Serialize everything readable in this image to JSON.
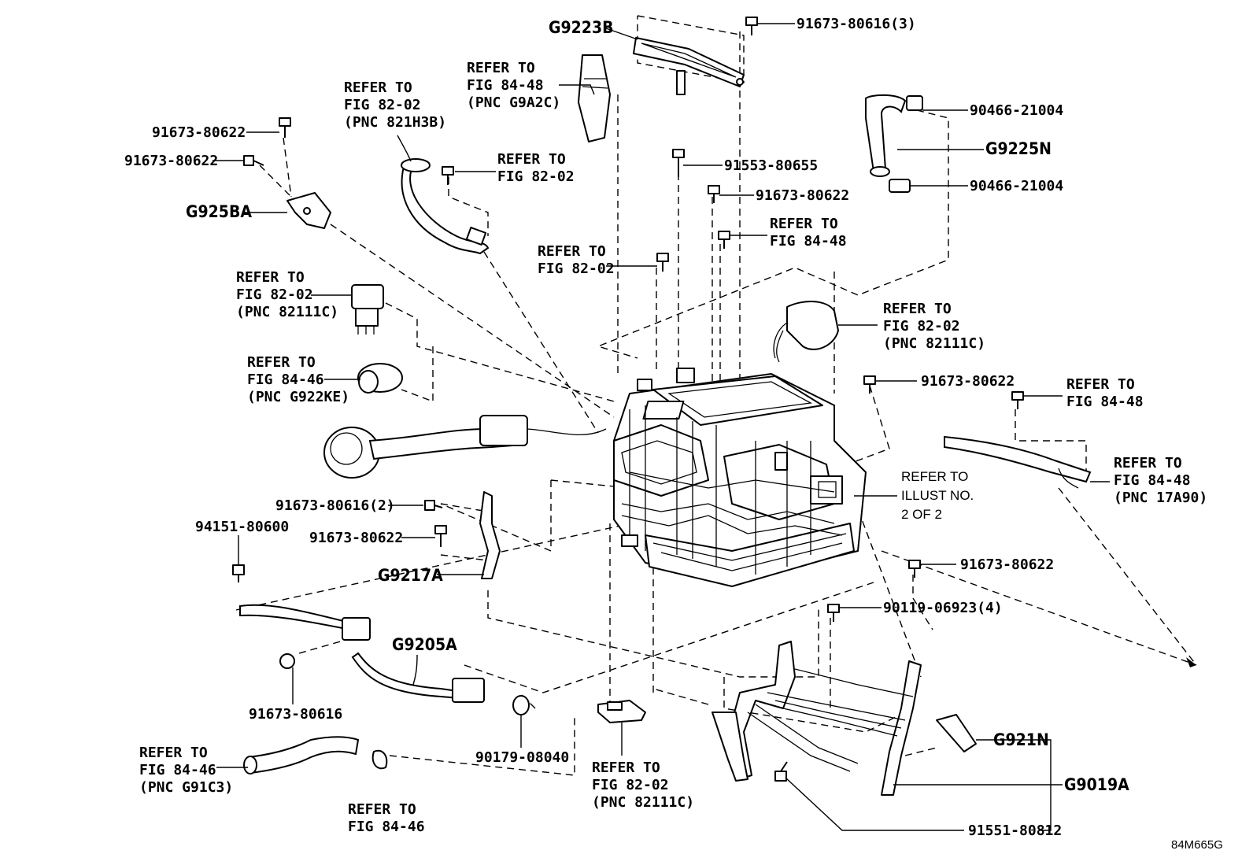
{
  "labels": {
    "g9223b": "G9223B",
    "p9167380616_3": "91673-80616(3)",
    "refer_84_48_g9a2c_l1": "REFER TO",
    "refer_84_48_g9a2c_l2": "FIG 84-48",
    "refer_84_48_g9a2c_l3": "(PNC G9A2C)",
    "refer_82_02_821h3b_l1": "REFER TO",
    "refer_82_02_821h3b_l2": "FIG 82-02",
    "refer_82_02_821h3b_l3": "(PNC 821H3B)",
    "p9167380622_a": "91673-80622",
    "p9167380622_b": "91673-80622",
    "refer_82_02_a_l1": "REFER TO",
    "refer_82_02_a_l2": "FIG 82-02",
    "g925ba": "G925BA",
    "p9046621004_a": "90466-21004",
    "g9225n": "G9225N",
    "p9046621004_b": "90466-21004",
    "p9155380655": "91553-80655",
    "p9167380622_c": "91673-80622",
    "refer_84_48_a_l1": "REFER TO",
    "refer_84_48_a_l2": "FIG 84-48",
    "refer_82_02_b_l1": "REFER TO",
    "refer_82_02_b_l2": "FIG 82-02",
    "refer_82_02_82111c_a_l1": "REFER TO",
    "refer_82_02_82111c_a_l2": "FIG 82-02",
    "refer_82_02_82111c_a_l3": "(PNC 82111C)",
    "refer_82_02_82111c_b_l1": "REFER TO",
    "refer_82_02_82111c_b_l2": "FIG 82-02",
    "refer_82_02_82111c_b_l3": "(PNC 82111C)",
    "refer_84_46_g922ke_l1": "REFER TO",
    "refer_84_46_g922ke_l2": "FIG 84-46",
    "refer_84_46_g922ke_l3": "(PNC G922KE)",
    "p9167380622_d": "91673-80622",
    "refer_84_48_b_l1": "REFER TO",
    "refer_84_48_b_l2": "FIG 84-48",
    "refer_84_48_17a90_l1": "REFER TO",
    "refer_84_48_17a90_l2": "FIG 84-48",
    "refer_84_48_17a90_l3": "(PNC 17A90)",
    "refer_illust_l1": "REFER TO",
    "refer_illust_l2": "ILLUST NO.",
    "refer_illust_l3": "2 OF 2",
    "p9167380616_2": "91673-80616(2)",
    "p9415180600": "94151-80600",
    "p9167380622_e": "91673-80622",
    "g9217a": "G9217A",
    "p9167380622_f": "91673-80622",
    "p9011906923_4": "90119-06923(4)",
    "g9205a": "G9205A",
    "p9167380616": "91673-80616",
    "p9017908040": "90179-08040",
    "refer_82_02_82111c_c_l1": "REFER TO",
    "refer_82_02_82111c_c_l2": "FIG 82-02",
    "refer_82_02_82111c_c_l3": "(PNC 82111C)",
    "refer_84_46_g91c3_l1": "REFER TO",
    "refer_84_46_g91c3_l2": "FIG 84-46",
    "refer_84_46_g91c3_l3": "(PNC G91C3)",
    "refer_84_46_b_l1": "REFER TO",
    "refer_84_46_b_l2": "FIG 84-46",
    "g921n": "G921N",
    "g9019a": "G9019A",
    "p9155180812": "91551-80812",
    "figure_code": "84M665G"
  }
}
